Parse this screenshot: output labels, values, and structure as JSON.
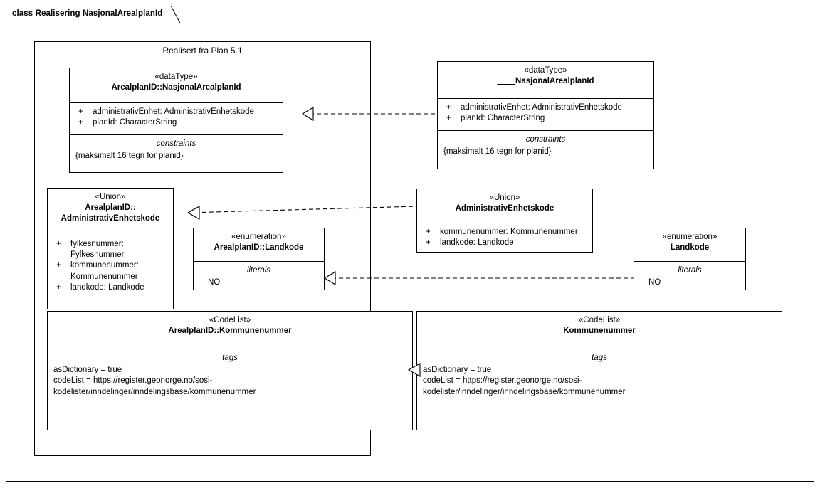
{
  "frame": {
    "title": "class Realisering NasjonalArealplanId"
  },
  "package": {
    "label": "Realisert fra Plan 5.1"
  },
  "boxes": {
    "arealplanid_nasjonalarealplanid": {
      "stereotype": "«dataType»",
      "name": "ArealplanID::NasjonalArealplanId",
      "attributes": [
        {
          "visibility": "+",
          "text": "administrativEnhet: AdministrativEnhetskode"
        },
        {
          "visibility": "+",
          "text": "planId: CharacterString"
        }
      ],
      "constraints_title": "constraints",
      "constraints": [
        "{maksimalt 16 tegn for planid}"
      ]
    },
    "nasjonalarealplanid": {
      "stereotype": "«dataType»",
      "name": "NasjonalArealplanId",
      "attributes": [
        {
          "visibility": "+",
          "text": "administrativEnhet: AdministrativEnhetskode"
        },
        {
          "visibility": "+",
          "text": "planId: CharacterString"
        }
      ],
      "constraints_title": "constraints",
      "constraints": [
        "{maksimalt 16 tegn for planid}"
      ]
    },
    "arealplanid_administrativenhetskode": {
      "stereotype": "«Union»",
      "name": "ArealplanID::\nAdministrativEnhetskode",
      "attributes": [
        {
          "visibility": "+",
          "text": "fylkesnummer:\nFylkesnummer"
        },
        {
          "visibility": "+",
          "text": "kommunenummer:\nKommunenummer"
        },
        {
          "visibility": "+",
          "text": "landkode: Landkode"
        }
      ]
    },
    "administrativenhetskode": {
      "stereotype": "«Union»",
      "name": "AdministrativEnhetskode",
      "attributes": [
        {
          "visibility": "+",
          "text": "kommunenummer: Kommunenummer"
        },
        {
          "visibility": "+",
          "text": "landkode: Landkode"
        }
      ]
    },
    "arealplanid_landkode": {
      "stereotype": "«enumeration»",
      "name": "ArealplanID::Landkode",
      "literals_title": "literals",
      "literals": [
        "NO"
      ]
    },
    "landkode": {
      "stereotype": "«enumeration»",
      "name": "Landkode",
      "literals_title": "literals",
      "literals": [
        "NO"
      ]
    },
    "arealplanid_kommunenummer": {
      "stereotype": "«CodeList»",
      "name": "ArealplanID::Kommunenummer",
      "tags_title": "tags",
      "tags": [
        "asDictionary = true",
        "codeList = https://register.geonorge.no/sosi-\nkodelister/inndelinger/inndelingsbase/kommunenummer"
      ]
    },
    "kommunenummer": {
      "stereotype": "«CodeList»",
      "name": "Kommunenummer",
      "tags_title": "tags",
      "tags": [
        "asDictionary = true",
        "codeList = https://register.geonorge.no/sosi-\nkodelister/inndelinger/inndelingsbase/kommunenummer"
      ]
    }
  },
  "connectors": [
    {
      "name": "realization-nasjonalarealplanid",
      "kind": "realization",
      "from": "nasjonalarealplanid",
      "to": "arealplanid_nasjonalarealplanid"
    },
    {
      "name": "realization-administrativenhetskode",
      "kind": "realization",
      "from": "administrativenhetskode",
      "to": "arealplanid_administrativenhetskode"
    },
    {
      "name": "realization-landkode",
      "kind": "realization",
      "from": "landkode",
      "to": "arealplanid_landkode"
    },
    {
      "name": "realization-kommunenummer",
      "kind": "realization",
      "from": "kommunenummer",
      "to": "arealplanid_kommunenummer"
    }
  ],
  "colors": {
    "line": "#000000",
    "fill": "#ffffff",
    "text": "#000000"
  }
}
